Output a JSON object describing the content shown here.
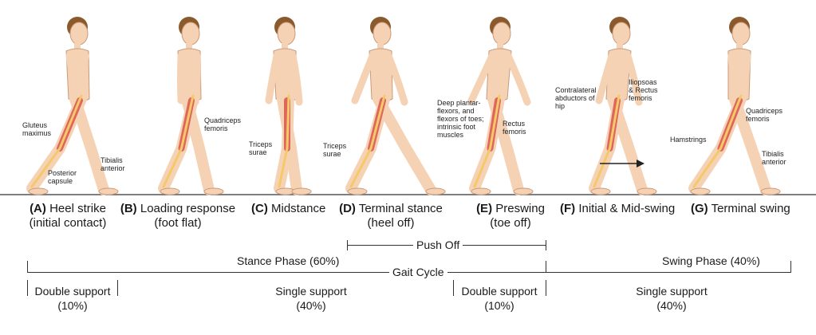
{
  "phases": [
    {
      "letter": "(A)",
      "name": "Heel strike",
      "sub": "(initial contact)"
    },
    {
      "letter": "(B)",
      "name": "Loading response",
      "sub": "(foot flat)"
    },
    {
      "letter": "(C)",
      "name": "Midstance",
      "sub": ""
    },
    {
      "letter": "(D)",
      "name": "Terminal stance",
      "sub": "(heel off)"
    },
    {
      "letter": "(E)",
      "name": "Preswing",
      "sub": "(toe off)"
    },
    {
      "letter": "(F)",
      "name": "Initial & Mid-swing",
      "sub": ""
    },
    {
      "letter": "(G)",
      "name": "Terminal swing",
      "sub": ""
    }
  ],
  "muscles": {
    "a1": "Gluteus\nmaximus",
    "a2": "Tibialis\nanterior",
    "a3": "Posterior\ncapsule",
    "b1": "Quadriceps\nfemoris",
    "c1": "Triceps\nsurae",
    "d1": "Triceps\nsurae",
    "e1": "Deep plantar-\nflexors, and\nflexors of toes;\nintrinsic foot\nmuscles",
    "e2": "Rectus\nfemoris",
    "f1": "Contralateral\nabductors of\nhip",
    "f2": "Iliopsoas\n& Rectus\nfemoris",
    "g1": "Quadriceps\nfemoris",
    "g2": "Hamstrings",
    "g3": "Tibialis\nanterior"
  },
  "timeline": {
    "push_off": "Push Off",
    "stance": "Stance Phase (60%)",
    "gait_cycle": "Gait Cycle",
    "swing": "Swing Phase (40%)",
    "supports": [
      {
        "label": "Double support",
        "pct": "(10%)"
      },
      {
        "label": "Single support",
        "pct": "(40%)"
      },
      {
        "label": "Double support",
        "pct": "(10%)"
      },
      {
        "label": "Single support",
        "pct": "(40%)"
      }
    ]
  },
  "colors": {
    "skin": "#f6d2b5",
    "skin_edge": "#c99a7a",
    "hair": "#8a5a2c",
    "muscle": "#d9534a",
    "bone": "#f3c96a",
    "ground": "#555555"
  }
}
